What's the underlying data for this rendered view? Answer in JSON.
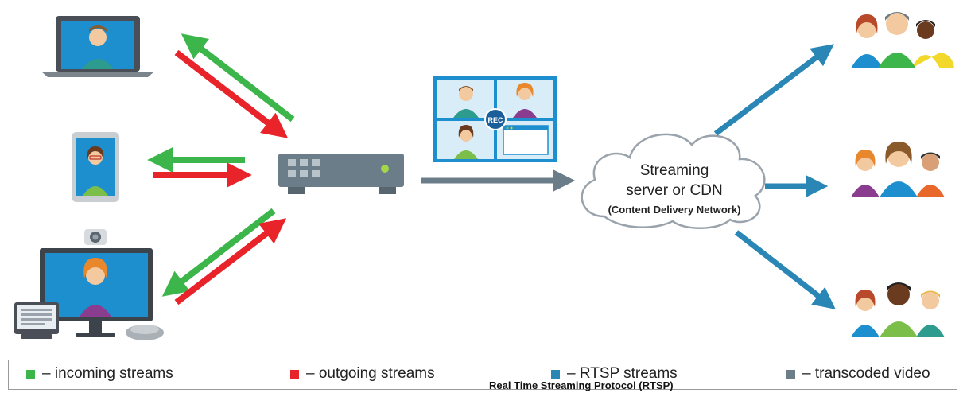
{
  "diagram": {
    "cloud": {
      "line1": "Streaming",
      "line2": "server or CDN",
      "line3": "(Content Delivery Network)"
    },
    "recording": {
      "badge": "REC"
    },
    "colors": {
      "incoming": "#3cb54a",
      "outgoing": "#e8232a",
      "rtsp": "#2a86b5",
      "transcoded": "#6b7d88"
    }
  },
  "legend": {
    "items": [
      {
        "label": "– incoming streams",
        "color": "#3cb54a"
      },
      {
        "label": "– outgoing streams",
        "color": "#e8232a"
      },
      {
        "label": "– RTSP streams",
        "color": "#2a86b5"
      },
      {
        "label": "– transcoded video",
        "color": "#6b7d88"
      }
    ],
    "rtsp_subtitle": "Real Time Streaming Protocol (RTSP)"
  }
}
